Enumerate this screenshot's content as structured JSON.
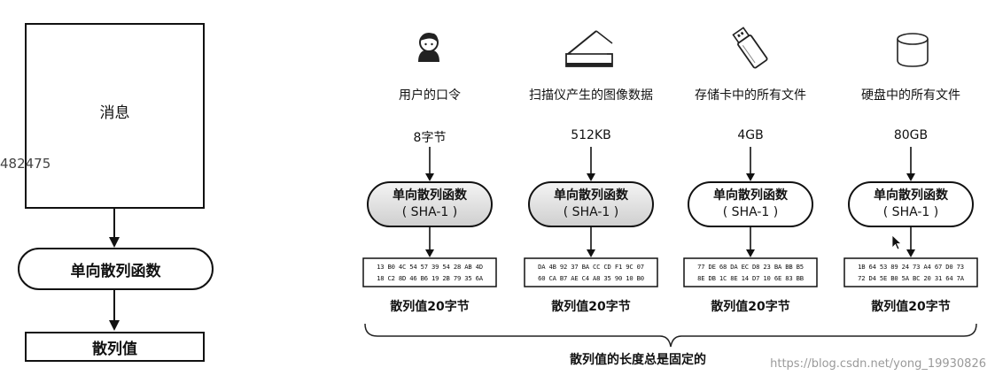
{
  "left": {
    "message_label": "消息",
    "hash_function_label": "单向散列函数",
    "hash_value_label": "散列值"
  },
  "side_number": "482475",
  "columns": [
    {
      "icon": "person-icon",
      "caption": "用户的口令",
      "size": "8字节",
      "fn_line1": "单向散列函数",
      "fn_line2": "( SHA-1 )",
      "hex_line1": "13 B0 4C 54 57 39 54 28 AB 4D",
      "hex_line2": "18 C2 8D 46 B6 19 2B 79 35 6A",
      "hash_len": "散列值20字节"
    },
    {
      "icon": "scanner-icon",
      "caption": "扫描仪产生的图像数据",
      "size": "512KB",
      "fn_line1": "单向散列函数",
      "fn_line2": "( SHA-1 )",
      "hex_line1": "DA 4B 92 37 BA CC CD F1 9C 07",
      "hex_line2": "60 CA B7 AE C4 A8 35 90 10 B0",
      "hash_len": "散列值20字节"
    },
    {
      "icon": "usb-drive-icon",
      "caption": "存储卡中的所有文件",
      "size": "4GB",
      "fn_line1": "单向散列函数",
      "fn_line2": "( SHA-1 )",
      "hex_line1": "77 DE 68 DA EC D8 23 BA BB B5",
      "hex_line2": "8E DB 1C 8E 14 D7 10 6E 83 BB",
      "hash_len": "散列值20字节"
    },
    {
      "icon": "disk-icon",
      "caption": "硬盘中的所有文件",
      "size": "80GB",
      "fn_line1": "单向散列函数",
      "fn_line2": "( SHA-1 )",
      "hex_line1": "1B 64 53 89 24 73 A4 67 D0 73",
      "hex_line2": "72 D4 5E B0 5A BC 20 31 64 7A",
      "hash_len": "散列值20字节"
    }
  ],
  "fixed_label": "散列值的长度总是固定的",
  "watermark": "https://blog.csdn.net/yong_19930826"
}
